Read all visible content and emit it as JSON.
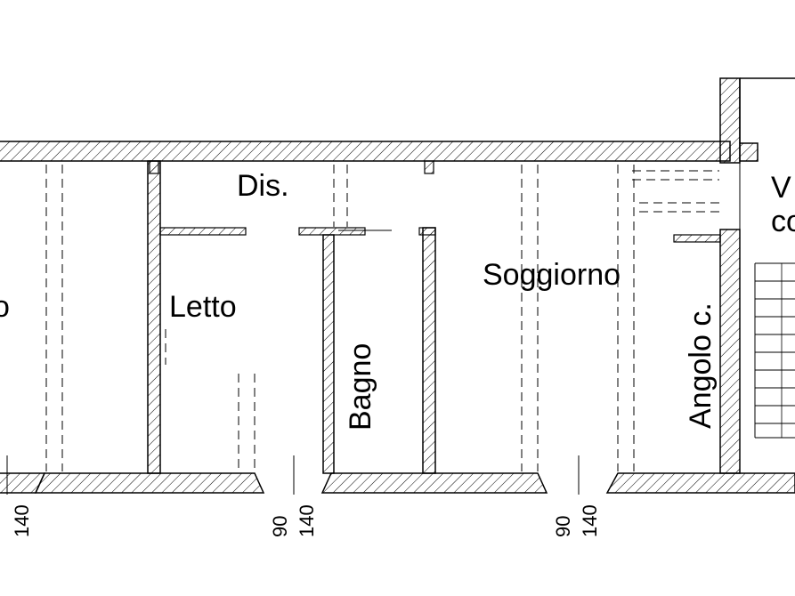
{
  "rooms": {
    "partial_left": "o",
    "letto": "Letto",
    "dis": "Dis.",
    "bagno": "Bagno",
    "soggiorno": "Soggiorno",
    "angolo": "Angolo c.",
    "right_top": "V",
    "right_bottom": "co"
  },
  "dimensions": {
    "d1": "140",
    "d2": "90",
    "d3": "140",
    "d4": "90",
    "d5": "140"
  },
  "colors": {
    "wall_stroke": "#000000",
    "hatch": "#000000",
    "background": "#ffffff"
  }
}
